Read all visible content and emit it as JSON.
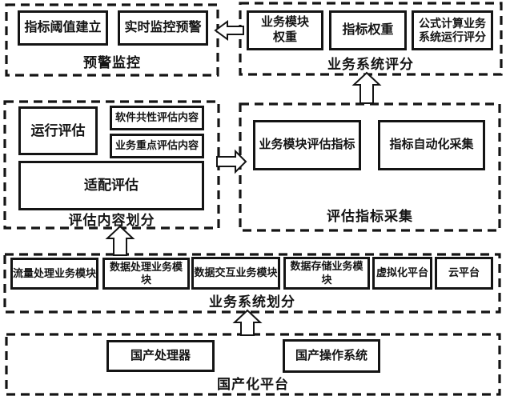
{
  "canvas": {
    "background": "#ffffff",
    "line_color": "#141414"
  },
  "sections": {
    "warning_monitoring": {
      "label": "预警监控",
      "boxes": [
        "指标阈值建立",
        "实时监控预警"
      ]
    },
    "business_system_scoring": {
      "label": "业务系统评分",
      "boxes": [
        "业务模块权重",
        "指标权重",
        "公式计算业务系统运行评分"
      ]
    },
    "evaluation_content_division": {
      "label": "评估内容划分",
      "boxes": [
        "运行评估",
        "软件共性评估内容",
        "业务重点评估内容",
        "适配评估"
      ]
    },
    "evaluation_indicator_collection": {
      "label": "评估指标采集",
      "boxes": [
        "业务模块评估指标",
        "指标自动化采集"
      ]
    },
    "business_system_division": {
      "label": "业务系统划分",
      "boxes": [
        "流量处理业务模块",
        "数据处理业务模块",
        "数据交互业务模块",
        "数据存储业务模块",
        "虚拟化平台",
        "云平台"
      ]
    },
    "domestic_platform": {
      "label": "国产化平台",
      "boxes": [
        "国产处理器",
        "国产操作系统"
      ]
    }
  },
  "arrows": [
    {
      "name": "scoring-to-warning",
      "direction": "left"
    },
    {
      "name": "collection-to-scoring",
      "direction": "up"
    },
    {
      "name": "content-to-collection",
      "direction": "right"
    },
    {
      "name": "division-to-content",
      "direction": "up"
    },
    {
      "name": "platform-to-division",
      "direction": "up"
    }
  ]
}
